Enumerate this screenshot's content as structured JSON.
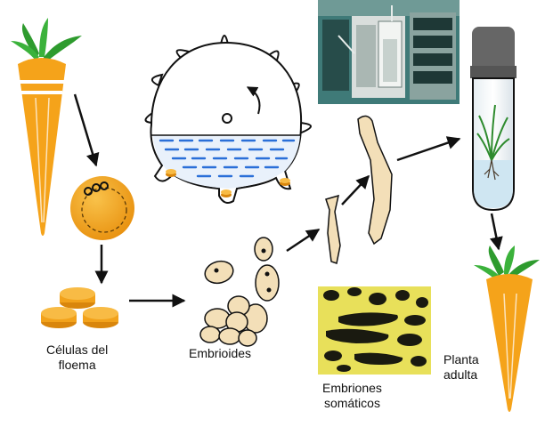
{
  "labels": {
    "phloem_cells_line1": "Células del",
    "phloem_cells_line2": "floema",
    "embryoids": "Embrioides",
    "somatic_embryos_line1": "Embriones",
    "somatic_embryos_line2": "somáticos",
    "adult_plant_line1": "Planta",
    "adult_plant_line2": "adulta"
  },
  "colors": {
    "carrot_orange": "#f5a31a",
    "carrot_band": "#ffffff",
    "leaf_green": "#2e9b2e",
    "cell_orange": "#f2a21b",
    "embryo_fill": "#f3dfb8",
    "medium_blue": "#2a6fd8",
    "photo_teal": "#3f7a78",
    "micro_yellow": "#e8e05a",
    "arrow": "#111111",
    "text": "#111111"
  },
  "icons": {
    "source_carrot": "carrot-icon",
    "flask": "culture-flask-icon",
    "bioreactor_photo": "bioreactor-photo",
    "test_tube": "test-tube-plantlet-icon",
    "micrograph": "somatic-embryo-micrograph",
    "adult_carrot": "carrot-icon"
  }
}
